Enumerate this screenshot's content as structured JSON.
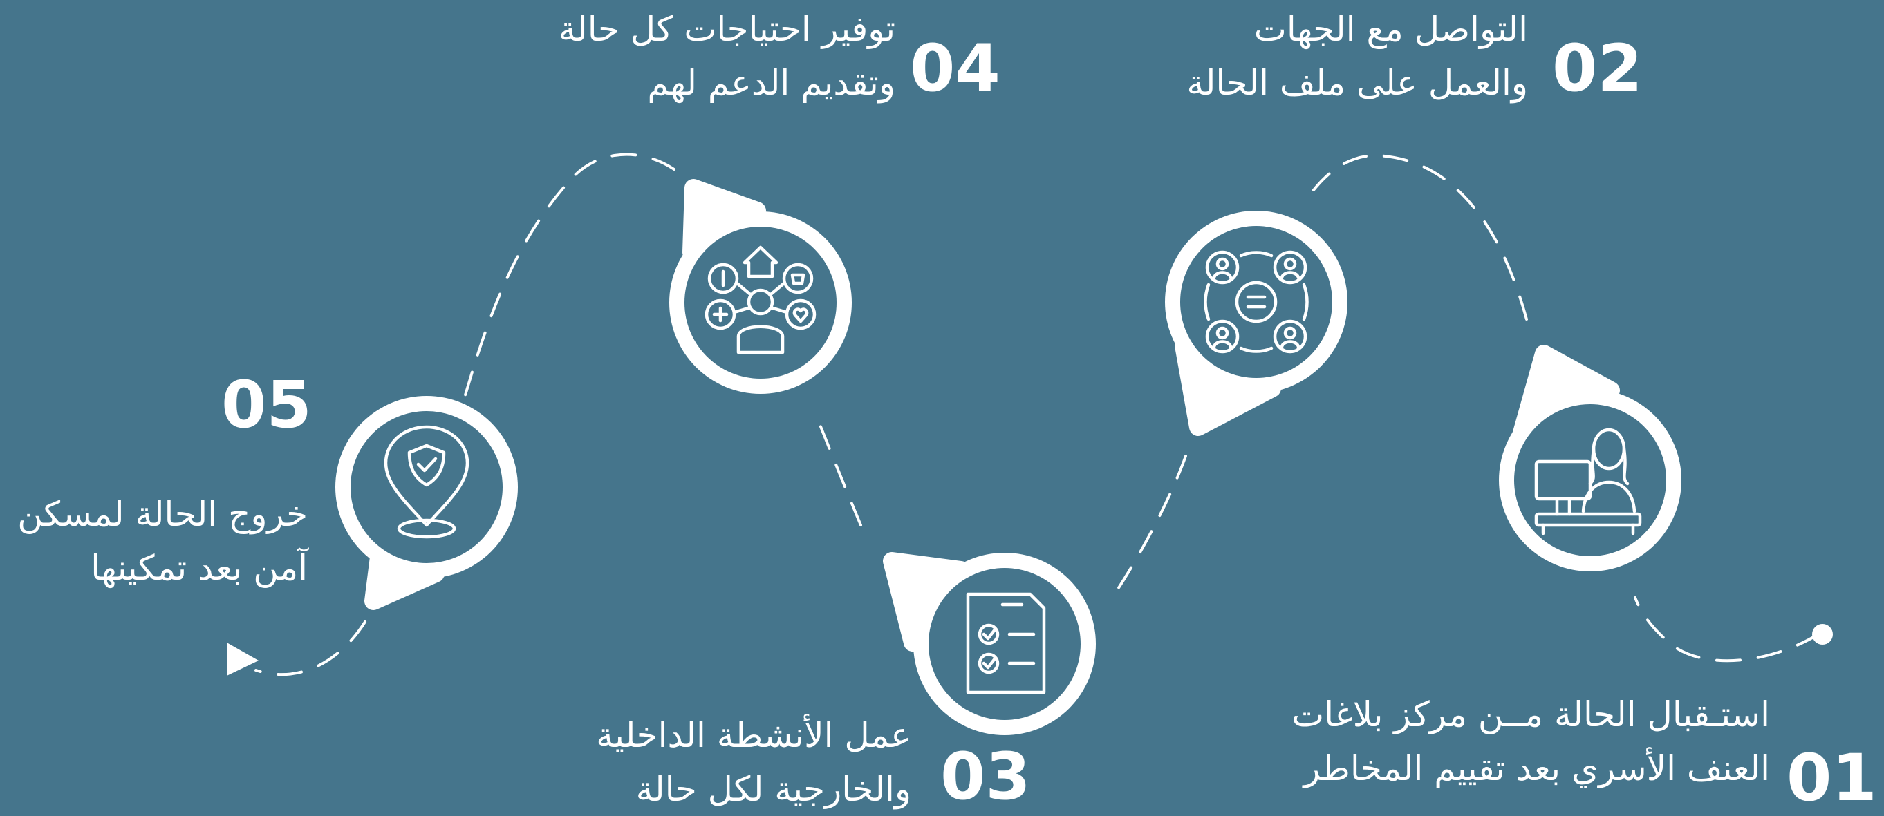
{
  "colors": {
    "background": "#45758c",
    "foreground": "#ffffff"
  },
  "steps": [
    {
      "number": "01",
      "line1": "استـقبال الحالة مــن مركز بلاغات",
      "line2": "العنف الأسري بعد تقييم المخاطر",
      "icon": "receptionist-desk-icon"
    },
    {
      "number": "02",
      "line1": "التواصل مع الجهات",
      "line2": "والعمل على ملف الحالة",
      "icon": "communication-network-icon"
    },
    {
      "number": "03",
      "line1": "عمل الأنشطة الداخلية",
      "line2": "والخارجية لكل حالة",
      "icon": "checklist-document-icon"
    },
    {
      "number": "04",
      "line1": "توفير احتياجات كل حالة",
      "line2": "وتقديم الدعم لهم",
      "icon": "needs-support-icon"
    },
    {
      "number": "05",
      "line1": "خروج الحالة لمسكن",
      "line2": "آمن بعد تمكينها",
      "icon": "safe-location-shield-icon"
    }
  ]
}
